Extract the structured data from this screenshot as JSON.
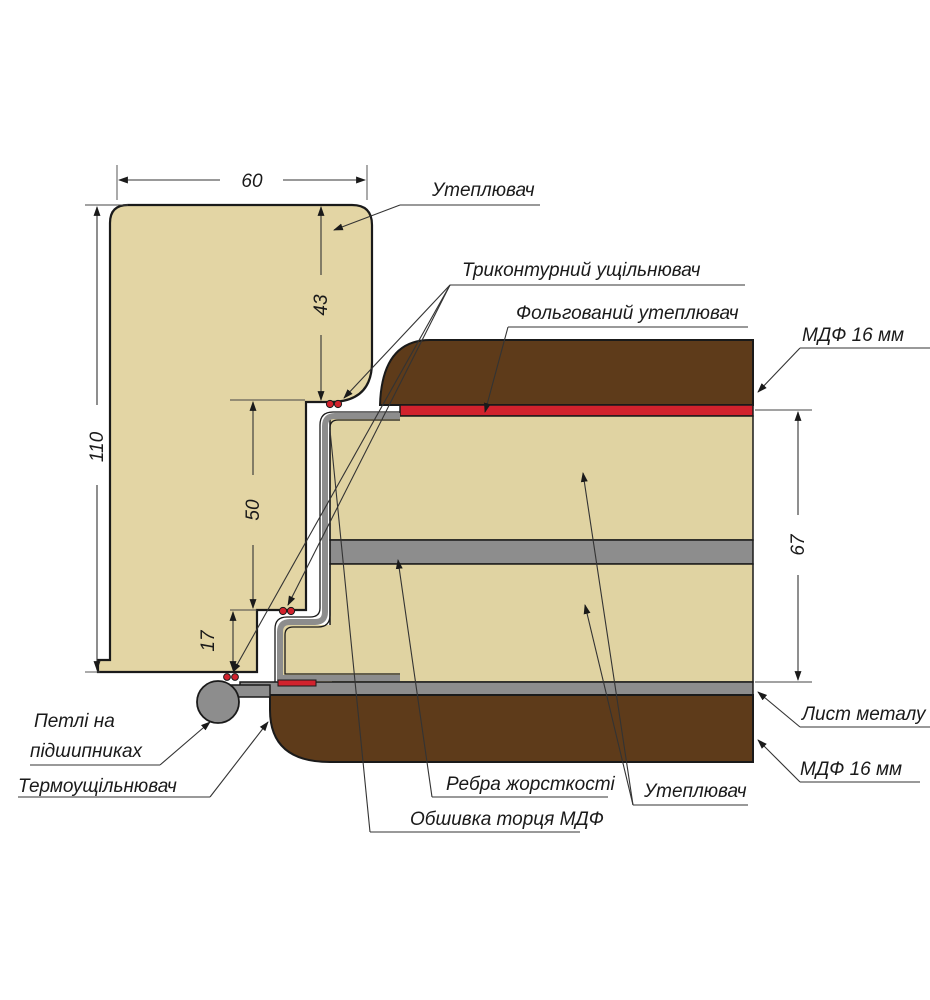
{
  "colors": {
    "frame_fill": "#e3d5a4",
    "mdf": "#5e3b1a",
    "insulation": "#e0d3a2",
    "metal": "#8d8d8d",
    "foil_red": "#d2222d",
    "stroke": "#1a1a1a"
  },
  "dimensions": {
    "frame_width": "60",
    "frame_height": "110",
    "upper": "43",
    "middle": "50",
    "lower": "17",
    "leaf_thickness": "67"
  },
  "labels": {
    "insulation_top": "Утеплювач",
    "triple_seal": "Триконтурний   ущільнювач",
    "foil_insulation": "Фольгований утеплювач",
    "mdf_top": "МДФ 16 мм",
    "hinges_line1": "Петлі на",
    "hinges_line2": "підшипниках",
    "thermo_seal": "Термоущільнювач",
    "stiffening_ribs": "Ребра жорсткості",
    "mdf_edge": "Обшивка торця МДФ",
    "insulation_bottom": "Утеплювач",
    "metal_sheet": "Лист металу",
    "mdf_bottom": "МДФ 16 мм"
  }
}
